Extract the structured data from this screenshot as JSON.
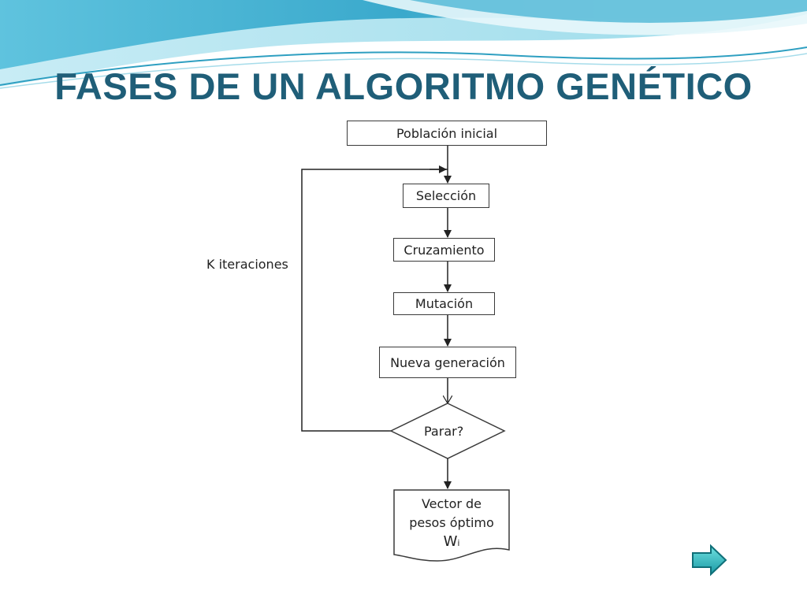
{
  "slide": {
    "title": "FASES DE UN ALGORITMO GENÉTICO"
  },
  "flowchart": {
    "initial": "Población inicial",
    "selection": "Selección",
    "crossover": "Cruzamiento",
    "mutation": "Mutación",
    "new_generation": "Nueva generación",
    "decision": "Parar?",
    "loop_label": "K  iteraciones",
    "output_line1": "Vector de",
    "output_line2": "pesos óptimo",
    "output_symbol": "W",
    "output_subscript": "i"
  },
  "colors": {
    "title": "#1f5e78",
    "wave_dark": "#2e9fc1",
    "wave_light": "#8fd3e6",
    "arrow_button": "#2bb5b5"
  },
  "icons": {
    "next": "right-arrow-icon"
  }
}
